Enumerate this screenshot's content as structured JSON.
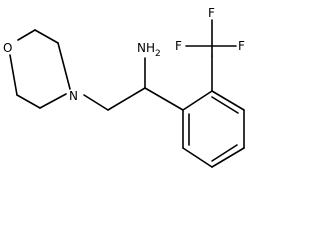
{
  "molecule": {
    "atoms": {
      "oxygen": "O",
      "nitrogen": "N",
      "amine": "NH",
      "amine_subscript": "2",
      "fluorine_top": "F",
      "fluorine_left": "F",
      "fluorine_right": "F"
    }
  }
}
